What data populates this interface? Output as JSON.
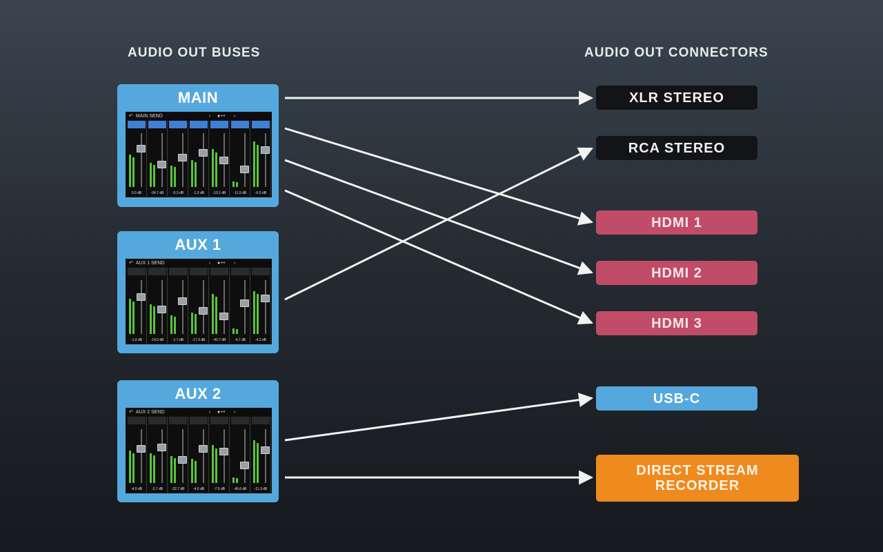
{
  "headings": {
    "buses": "AUDIO OUT BUSES",
    "connectors": "AUDIO OUT CONNECTORS"
  },
  "buses": [
    {
      "title": "MAIN",
      "screen_title": "MAIN SEND",
      "label_style": "blue",
      "channels": [
        {
          "db": "0.0 dB",
          "meter": 0.6,
          "fader": 0.75
        },
        {
          "db": "-24.7 dB",
          "meter": 0.45,
          "fader": 0.4
        },
        {
          "db": "-5.3 dB",
          "meter": 0.4,
          "fader": 0.55
        },
        {
          "db": "-1.3 dB",
          "meter": 0.5,
          "fader": 0.65
        },
        {
          "db": "-10.1 dB",
          "meter": 0.7,
          "fader": 0.5
        },
        {
          "db": "-11.5 dB",
          "meter": 0.1,
          "fader": 0.3
        },
        {
          "db": "-0.3 dB",
          "meter": 0.85,
          "fader": 0.72
        }
      ]
    },
    {
      "title": "AUX 1",
      "screen_title": "AUX 1 SEND",
      "label_style": "grey",
      "channels": [
        {
          "db": "-1.0 dB",
          "meter": 0.65,
          "fader": 0.72
        },
        {
          "db": "-14.0 dB",
          "meter": 0.55,
          "fader": 0.45
        },
        {
          "db": "-1.7 dB",
          "meter": 0.35,
          "fader": 0.62
        },
        {
          "db": "-17.3 dB",
          "meter": 0.4,
          "fader": 0.42
        },
        {
          "db": "-42.7 dB",
          "meter": 0.75,
          "fader": 0.3
        },
        {
          "db": "-4.7 dB",
          "meter": 0.1,
          "fader": 0.58
        },
        {
          "db": "-4.3 dB",
          "meter": 0.8,
          "fader": 0.68
        }
      ]
    },
    {
      "title": "AUX 2",
      "screen_title": "AUX 2 SEND",
      "label_style": "grey",
      "channels": [
        {
          "db": "-4.0 dB",
          "meter": 0.6,
          "fader": 0.65
        },
        {
          "db": "-2.7 dB",
          "meter": 0.55,
          "fader": 0.68
        },
        {
          "db": "-22.7 dB",
          "meter": 0.5,
          "fader": 0.42
        },
        {
          "db": "-4.0 dB",
          "meter": 0.45,
          "fader": 0.65
        },
        {
          "db": "-7.5 dB",
          "meter": 0.7,
          "fader": 0.6
        },
        {
          "db": "-45.6 dB",
          "meter": 0.1,
          "fader": 0.3
        },
        {
          "db": "-11.3 dB",
          "meter": 0.8,
          "fader": 0.62
        }
      ]
    }
  ],
  "connectors": [
    {
      "label": "XLR STEREO",
      "style": "black"
    },
    {
      "label": "RCA STEREO",
      "style": "black"
    },
    {
      "label": "HDMI 1",
      "style": "hdmi"
    },
    {
      "label": "HDMI 2",
      "style": "hdmi"
    },
    {
      "label": "HDMI 3",
      "style": "hdmi"
    },
    {
      "label": "USB-C",
      "style": "usb"
    },
    {
      "label": "DIRECT STREAM RECORDER",
      "style": "dsr"
    }
  ],
  "routes": [
    {
      "from": "MAIN",
      "to": "XLR STEREO"
    },
    {
      "from": "MAIN",
      "to": "HDMI 1"
    },
    {
      "from": "MAIN",
      "to": "HDMI 2"
    },
    {
      "from": "MAIN",
      "to": "HDMI 3"
    },
    {
      "from": "AUX 1",
      "to": "RCA STEREO"
    },
    {
      "from": "AUX 2",
      "to": "USB-C"
    },
    {
      "from": "AUX 2",
      "to": "DIRECT STREAM RECORDER"
    }
  ],
  "colors": {
    "bus": "#55a8dd",
    "connector_black": "#121417",
    "connector_hdmi": "#c04c68",
    "connector_usb": "#55a8dd",
    "connector_dsr": "#ef8a1e",
    "arrow": "#f2f2f2",
    "meter": "#59c43a"
  }
}
